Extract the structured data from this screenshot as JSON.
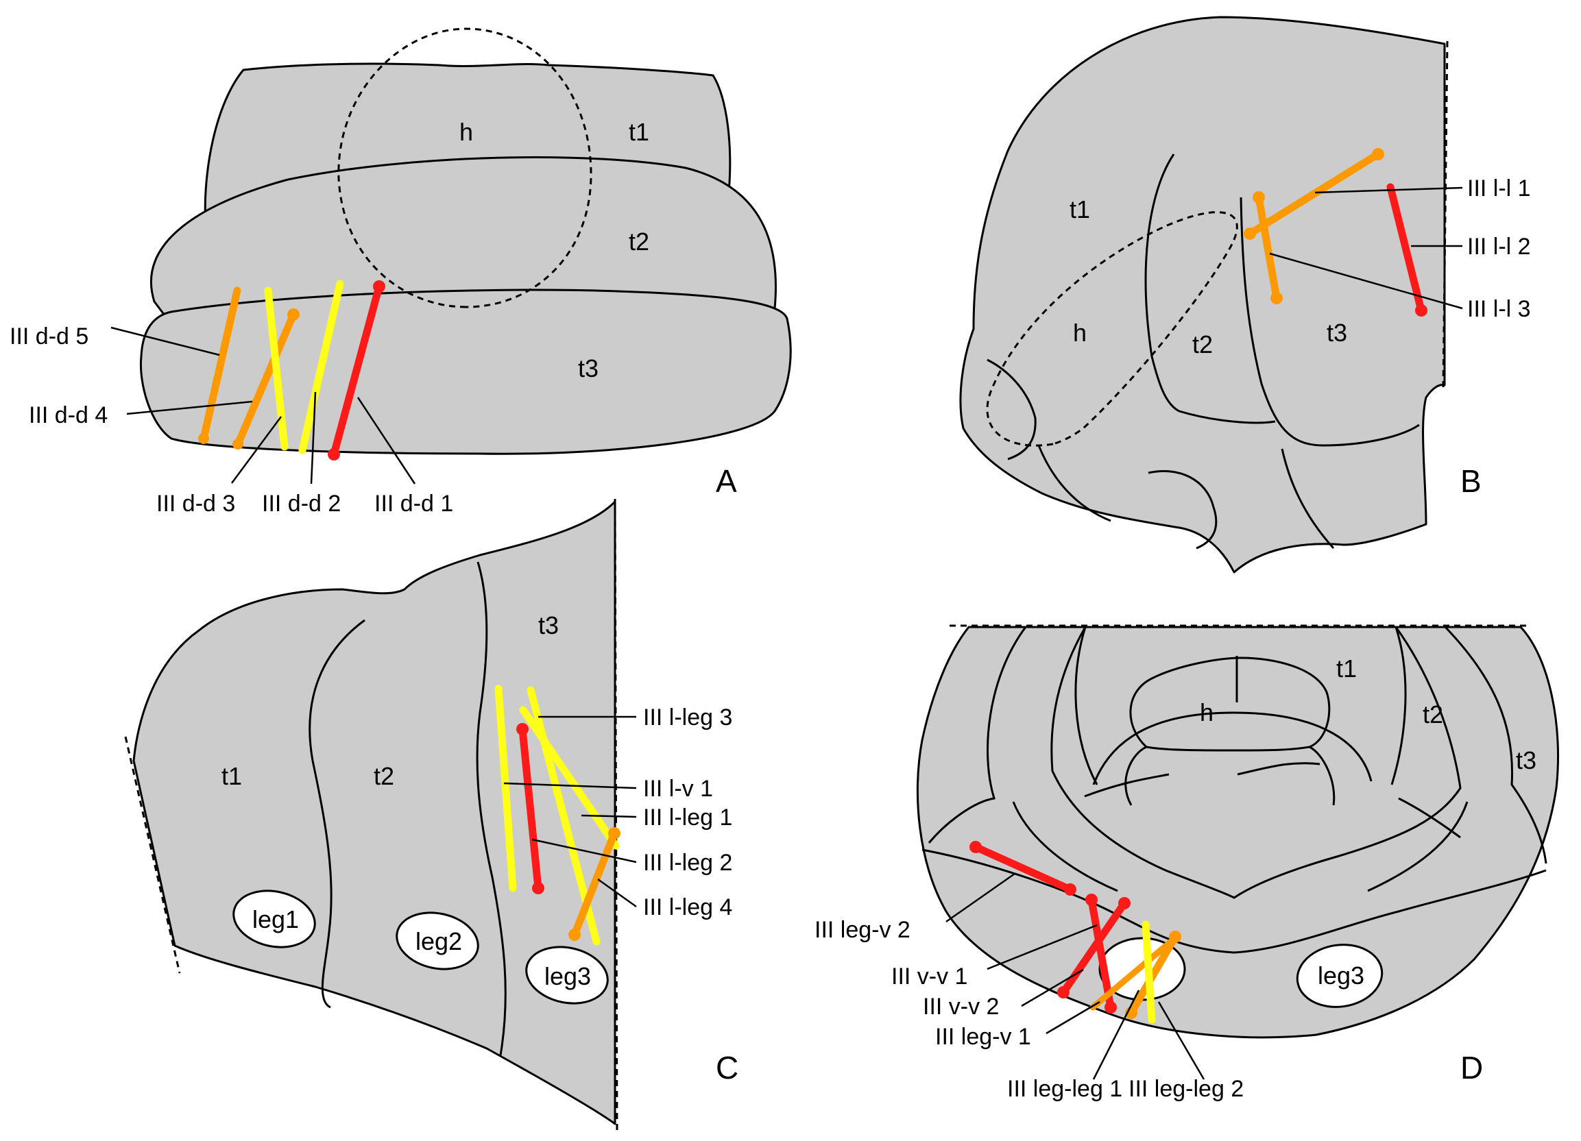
{
  "colors": {
    "background": "#ffffff",
    "body_fill": "#cccccc",
    "outline": "#000000",
    "red": "#ff1a1a",
    "orange": "#ff9900",
    "yellow": "#ffff1a"
  },
  "panels": {
    "A": {
      "letter": "A",
      "segments": {
        "h": "h",
        "t1": "t1",
        "t2": "t2",
        "t3": "t3"
      },
      "muscles": [
        {
          "label": "III d-d 5",
          "color": "orange"
        },
        {
          "label": "III d-d 4",
          "color": "orange"
        },
        {
          "label": "III d-d 3",
          "color": "yellow"
        },
        {
          "label": "III d-d 2",
          "color": "yellow"
        },
        {
          "label": "III d-d 1",
          "color": "red"
        }
      ]
    },
    "B": {
      "letter": "B",
      "segments": {
        "t1": "t1",
        "h": "h",
        "t2": "t2",
        "t3": "t3"
      },
      "muscles": [
        {
          "label": "III l-l 1",
          "color": "orange"
        },
        {
          "label": "III l-l 2",
          "color": "red"
        },
        {
          "label": "III l-l 3",
          "color": "orange"
        }
      ]
    },
    "C": {
      "letter": "C",
      "segments": {
        "t1": "t1",
        "t2": "t2",
        "t3": "t3"
      },
      "legs": [
        "leg1",
        "leg2",
        "leg3"
      ],
      "muscles": [
        {
          "label": "III l-leg 3",
          "color": "yellow"
        },
        {
          "label": "III l-v 1",
          "color": "yellow"
        },
        {
          "label": "III l-leg 1",
          "color": "yellow"
        },
        {
          "label": "III l-leg 2",
          "color": "red"
        },
        {
          "label": "III l-leg 4",
          "color": "orange"
        }
      ]
    },
    "D": {
      "letter": "D",
      "segments": {
        "h": "h",
        "t1": "t1",
        "t2": "t2",
        "t3": "t3"
      },
      "legs": [
        "leg3"
      ],
      "muscles": [
        {
          "label": "III leg-v 2",
          "color": "red"
        },
        {
          "label": "III v-v 1",
          "color": "red"
        },
        {
          "label": "III v-v 2",
          "color": "red"
        },
        {
          "label": "III leg-v 1",
          "color": "orange"
        },
        {
          "label": "III leg-leg 1",
          "color": "orange"
        },
        {
          "label": "III leg-leg 2",
          "color": "yellow"
        }
      ]
    }
  }
}
